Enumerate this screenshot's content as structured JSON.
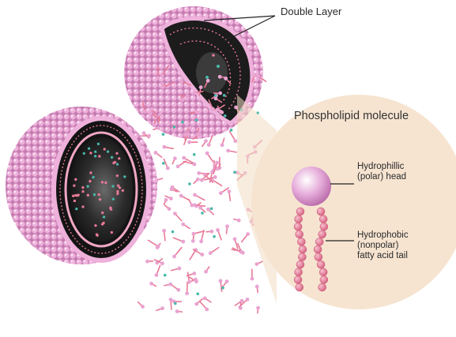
{
  "labels": {
    "double_layer": "Double Layer",
    "panel_title": "Phospholipid molecule",
    "head": [
      "Hydrophillic",
      "(polar) head"
    ],
    "tail": [
      "Hydrophobic",
      "(nonpolar)",
      "fatty acid tail"
    ]
  },
  "colors": {
    "head_pink": "#e9a3d0",
    "tail_pink": "#e87a97",
    "core_dark": "#1b1b1b",
    "inclusion_teal": "#48b8aa",
    "panel_fill": "#f6e4d1"
  }
}
